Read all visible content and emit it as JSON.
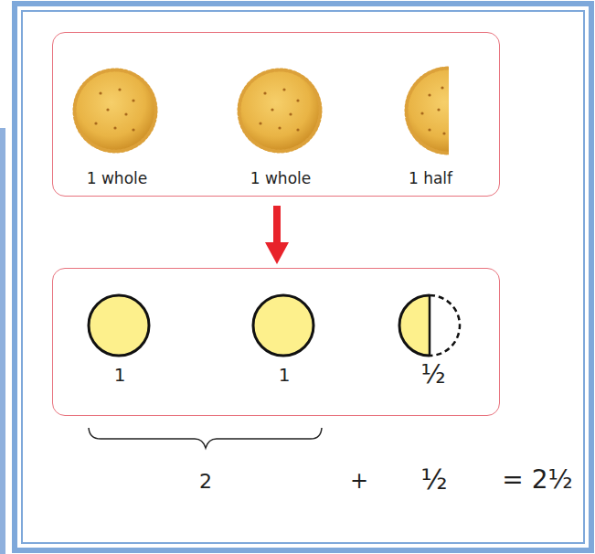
{
  "diagram": {
    "nodes": [
      {
        "text": [
          "1 whole",
          "1 whole",
          "1 half"
        ]
      },
      {
        "text": [
          "1",
          "1",
          "½"
        ]
      }
    ],
    "edges": [
      {
        "from": 0,
        "to": 1,
        "arrow": "to"
      }
    ],
    "labels": [
      "2",
      "+",
      "½",
      "= 2½"
    ]
  }
}
